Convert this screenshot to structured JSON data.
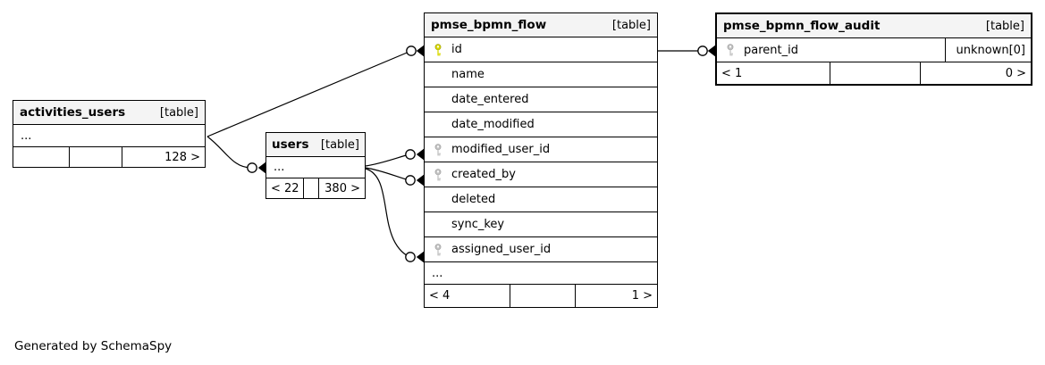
{
  "diagram": {
    "generated_note": "Generated by SchemaSpy",
    "colors": {
      "header_bg": "#f4f4f4",
      "border": "#000000",
      "primary_key": "#d8d800",
      "foreign_key": "#c2c2c2",
      "background": "#ffffff"
    },
    "tables": {
      "activities_users": {
        "title": "activities_users",
        "tag": "[table]",
        "rows": [
          {
            "label": "...",
            "key": "none"
          }
        ],
        "footer": [
          "",
          "",
          "128 >"
        ]
      },
      "users": {
        "title": "users",
        "tag": "[table]",
        "rows": [
          {
            "label": "...",
            "key": "none"
          }
        ],
        "footer": [
          "< 22",
          "",
          "380 >"
        ]
      },
      "pmse_bpmn_flow": {
        "title": "pmse_bpmn_flow",
        "tag": "[table]",
        "rows": [
          {
            "label": "id",
            "key": "primary"
          },
          {
            "label": "name",
            "key": "none"
          },
          {
            "label": "date_entered",
            "key": "none"
          },
          {
            "label": "date_modified",
            "key": "none"
          },
          {
            "label": "modified_user_id",
            "key": "foreign"
          },
          {
            "label": "created_by",
            "key": "foreign"
          },
          {
            "label": "deleted",
            "key": "none"
          },
          {
            "label": "sync_key",
            "key": "none"
          },
          {
            "label": "assigned_user_id",
            "key": "foreign"
          },
          {
            "label": "...",
            "key": "none"
          }
        ],
        "footer": [
          "< 4",
          "",
          "1 >"
        ]
      },
      "pmse_bpmn_flow_audit": {
        "title": "pmse_bpmn_flow_audit",
        "tag": "[table]",
        "rows": [
          {
            "label": "parent_id",
            "key": "foreign",
            "note": "unknown[0]"
          }
        ],
        "footer": [
          "< 1",
          "",
          "0 >"
        ]
      }
    }
  }
}
